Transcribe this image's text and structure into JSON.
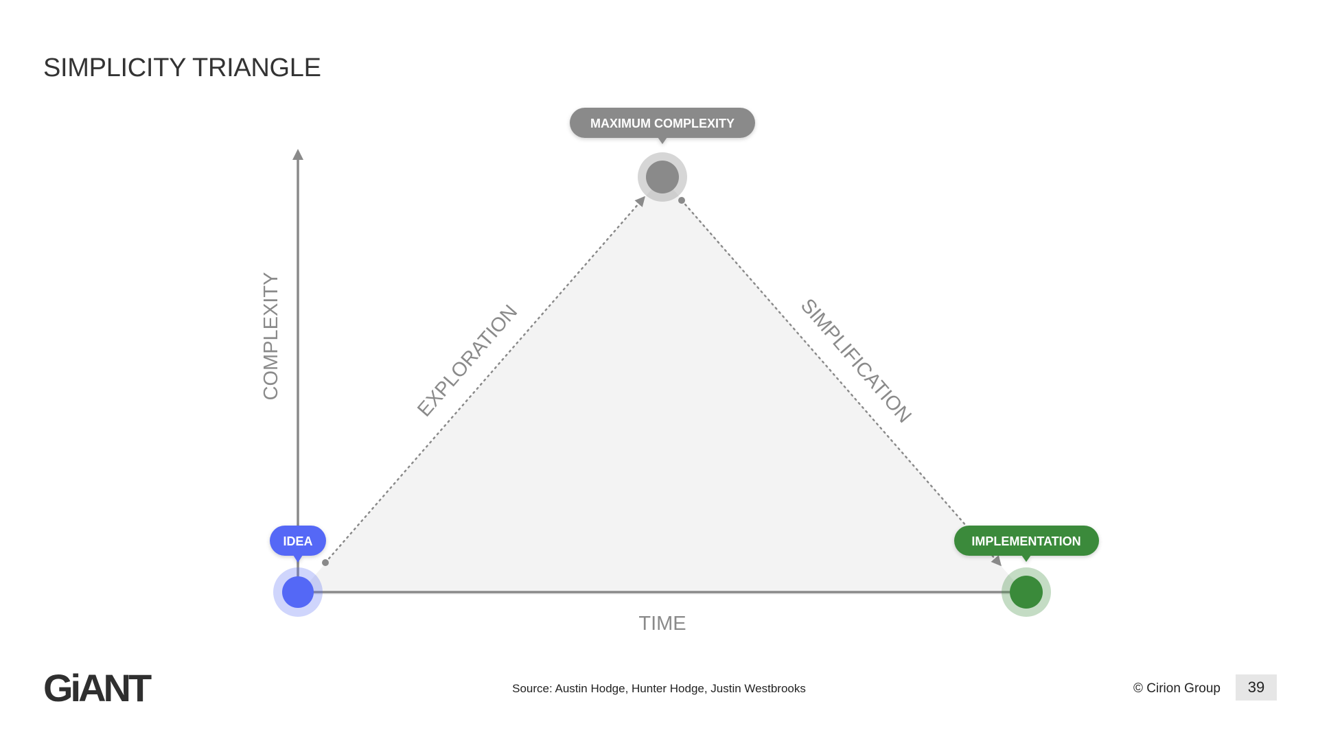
{
  "title": "SIMPLICITY TRIANGLE",
  "axes": {
    "y_label": "COMPLEXITY",
    "x_label": "TIME"
  },
  "edges": {
    "left_label": "EXPLORATION",
    "right_label": "SIMPLIFICATION"
  },
  "nodes": {
    "idea": {
      "label": "IDEA",
      "color": "#5468f6"
    },
    "peak": {
      "label": "MAXIMUM COMPLEXITY",
      "color": "#8a8a8a"
    },
    "implementation": {
      "label": "IMPLEMENTATION",
      "color": "#3a8a3a"
    }
  },
  "colors": {
    "axis": "#8a8a8a",
    "triangle_fill": "#f3f3f3",
    "axis_text": "#8a8a8a"
  },
  "footer": {
    "logo": "GiANT",
    "source": "Source: Austin Hodge, Hunter Hodge, Justin Westbrooks",
    "copyright": "© Cirion Group",
    "page_number": "39"
  }
}
